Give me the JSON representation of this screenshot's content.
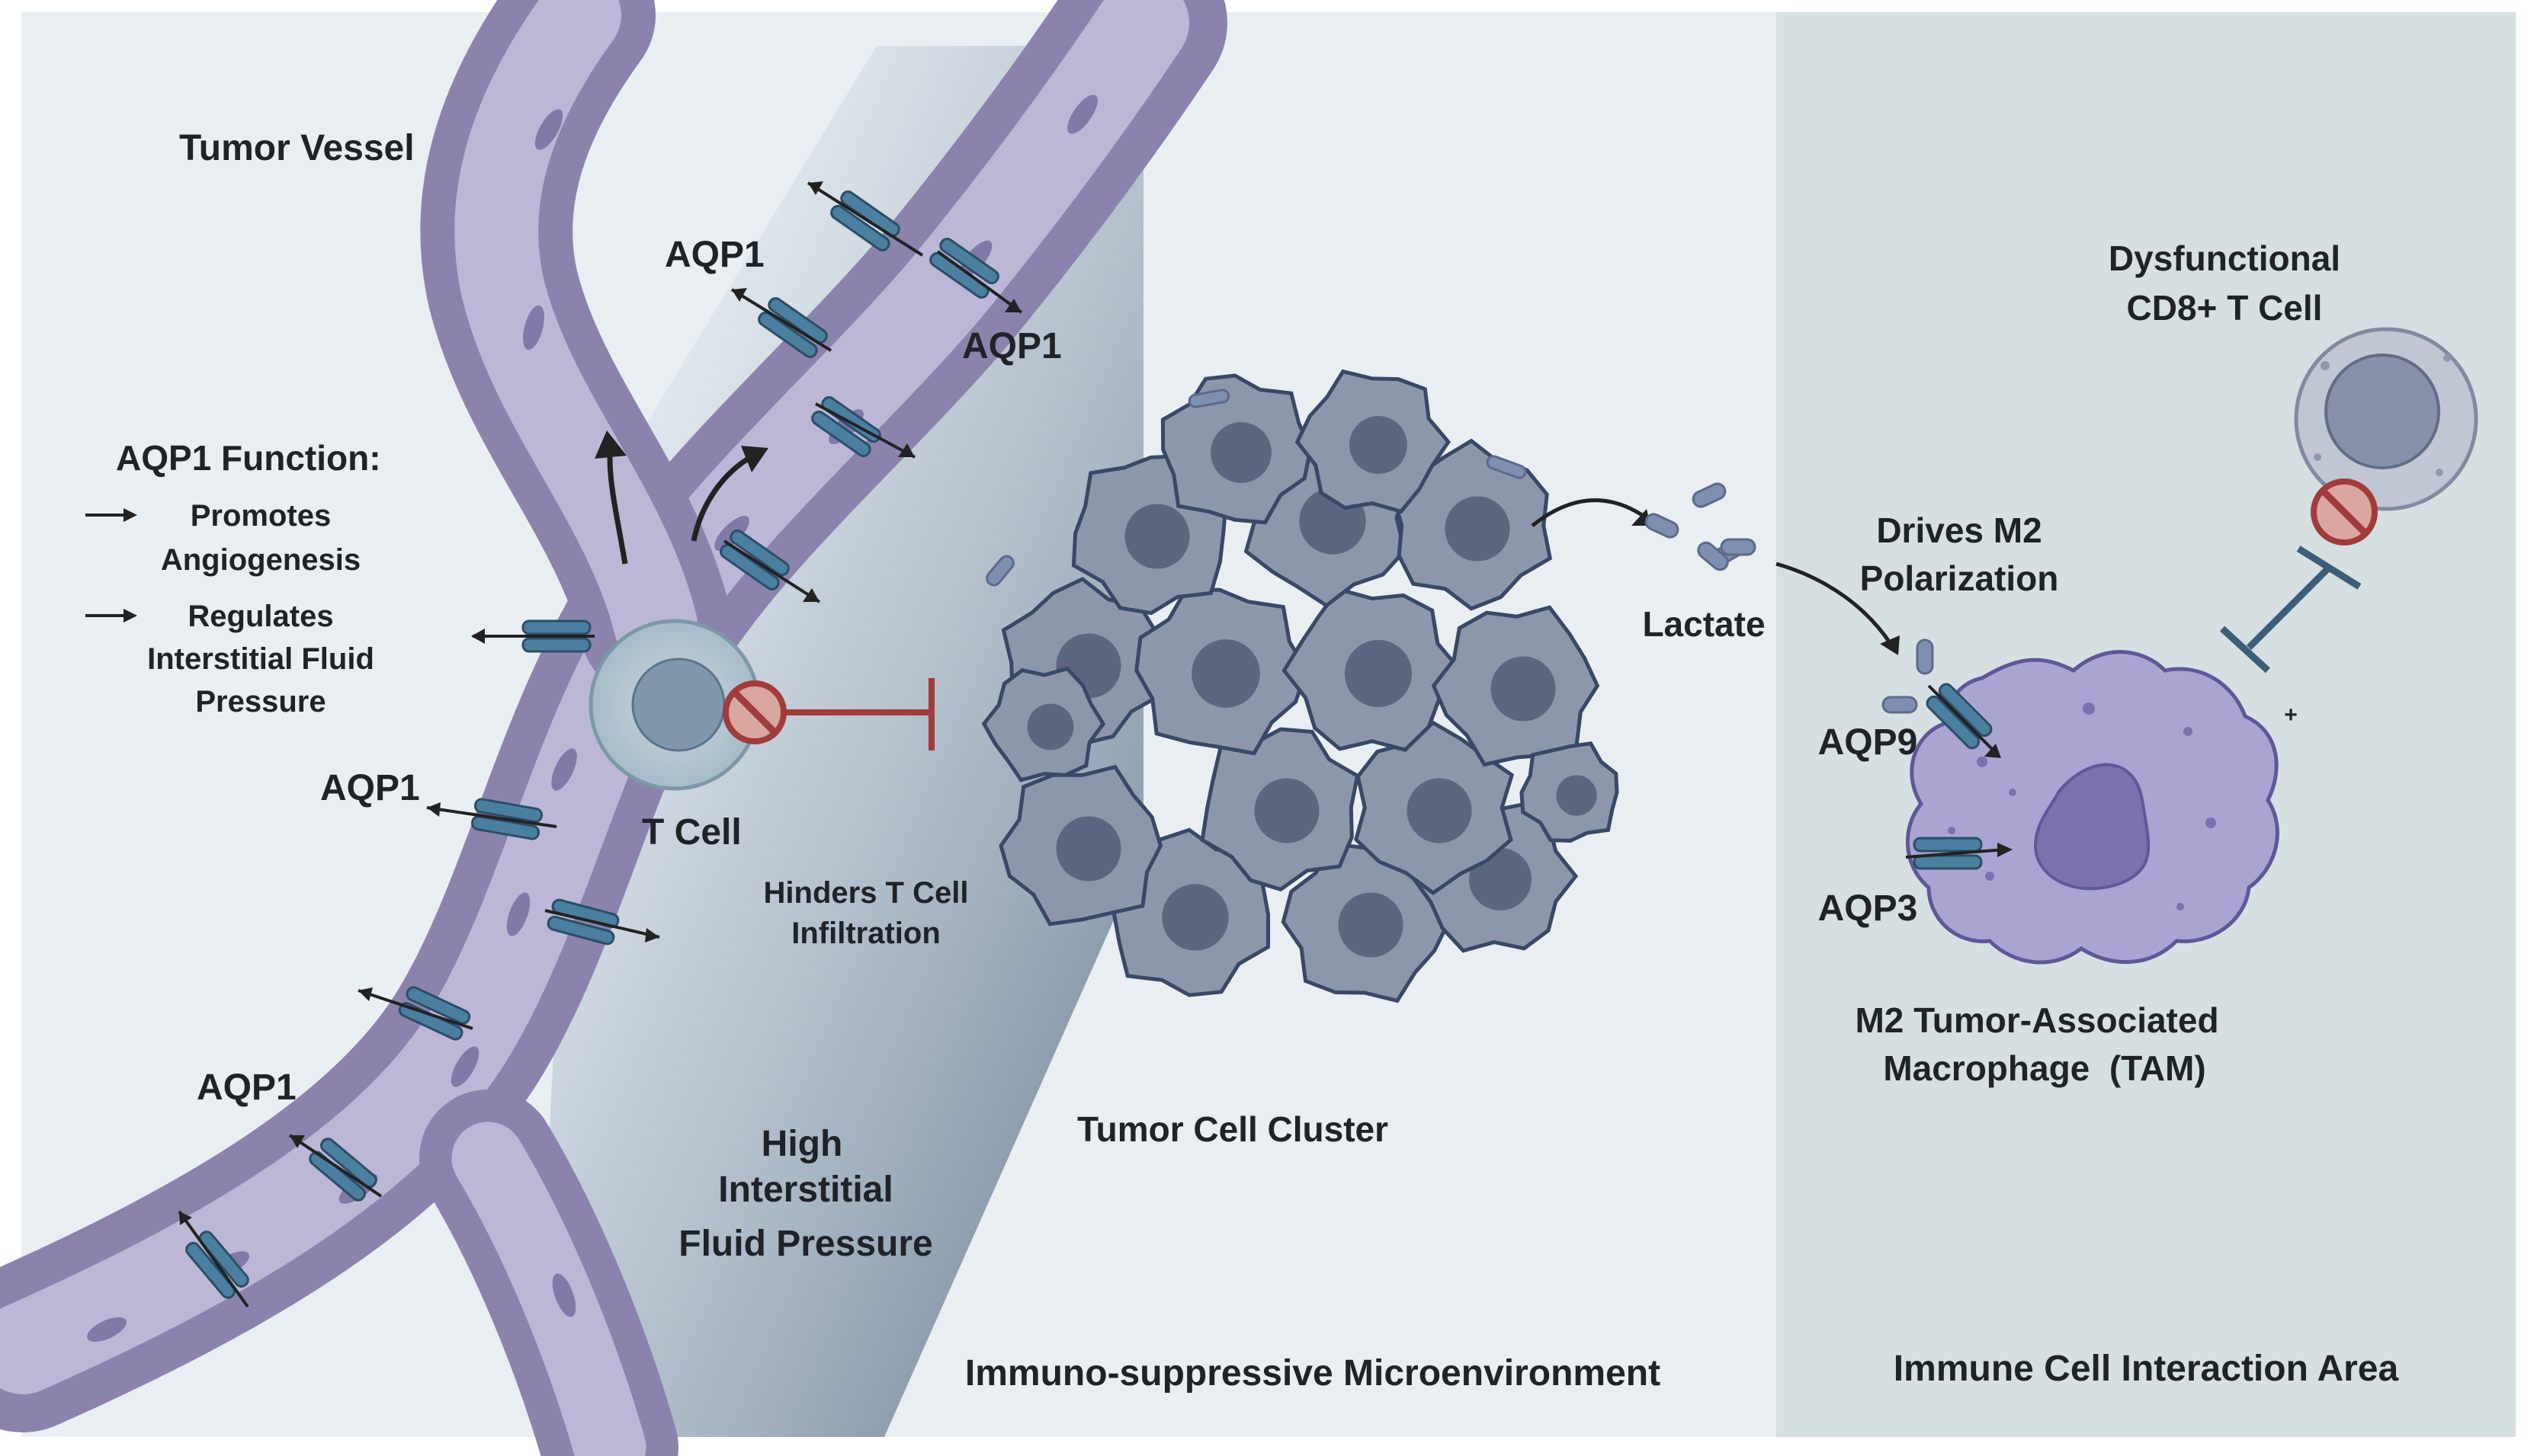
{
  "labels": {
    "tumor_vessel": "Tumor Vessel",
    "aqp1_function_title": "AQP1 Function:",
    "promotes_1": "Promotes",
    "promotes_2": "Angiogenesis",
    "regulates_1": "Regulates",
    "regulates_2": "Interstitial Fluid",
    "regulates_3": "Pressure",
    "aqp1": "AQP1",
    "t_cell": "T Cell",
    "hinders_1": "Hinders T Cell",
    "hinders_2": "Infiltration",
    "high_1": "High",
    "high_2": "Interstitial",
    "high_3": "Fluid Pressure",
    "tumor_cluster": "Tumor Cell Cluster",
    "immuno_env": "Immuno-suppressive Microenvironment",
    "lactate": "Lactate",
    "drives_1": "Drives M2",
    "drives_2": "Polarization",
    "aqp9": "AQP9",
    "aqp3": "AQP3",
    "tam_1": "M2 Tumor-Associated",
    "tam_2": "Macrophage  (TAM)",
    "dys_1": "Dysfunctional",
    "dys_2": "CD8+ T Cell",
    "plus": "+",
    "immune_area": "Immune Cell Interaction Area"
  },
  "colors": {
    "background": "#e9eef3",
    "right_panel": "#d6e0e3",
    "vessel_wall": "#8c83ad",
    "vessel_lumen": "#bdb7d7",
    "endothelial_cell": "#6e6597",
    "channel": "#4b7f9f",
    "tumor_cell": "#8d97ab",
    "tumor_nucleus": "#5d6680",
    "macrophage": "#a9a4d2",
    "inhibition_red": "#a23b3b",
    "inhibition_blue": "#3d5e78"
  }
}
